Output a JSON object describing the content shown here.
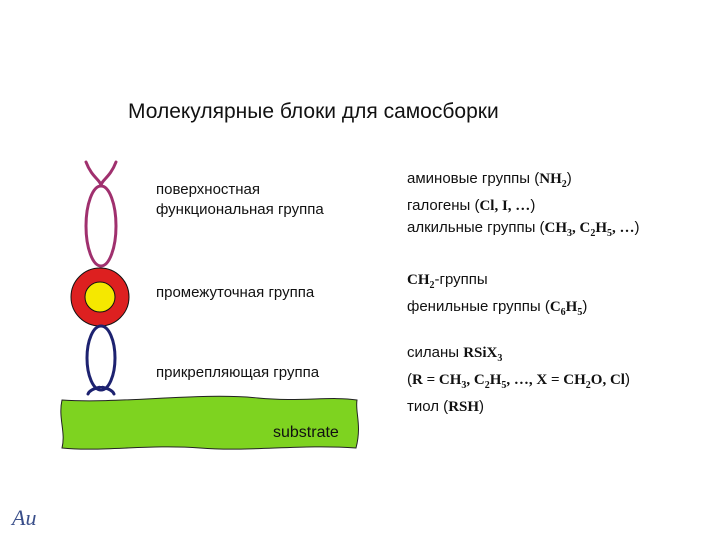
{
  "title": "Молекулярные блоки для самосборки",
  "rows": [
    {
      "label_lines": [
        "поверхностная",
        "функциональная группа"
      ],
      "desc_lines": [
        {
          "parts": [
            {
              "t": "аминовые группы ("
            },
            {
              "t": "NH",
              "c": 1
            },
            {
              "t": "2",
              "s": 1,
              "c": 1
            },
            {
              "t": ")"
            }
          ]
        },
        {
          "parts": [
            {
              "t": "галогены ("
            },
            {
              "t": "Cl, I, …",
              "c": 1
            },
            {
              "t": ")"
            }
          ]
        },
        {
          "parts": [
            {
              "t": "алкильные группы ("
            },
            {
              "t": "CH",
              "c": 1
            },
            {
              "t": "3",
              "s": 1,
              "c": 1
            },
            {
              "t": ", C",
              "c": 1
            },
            {
              "t": "2",
              "s": 1,
              "c": 1
            },
            {
              "t": "H",
              "c": 1
            },
            {
              "t": "5",
              "s": 1,
              "c": 1
            },
            {
              "t": ", …",
              "c": 1
            },
            {
              "t": ")"
            }
          ]
        }
      ]
    },
    {
      "label_lines": [
        "промежуточная группа"
      ],
      "desc_lines": [
        {
          "parts": [
            {
              "t": "CH",
              "c": 1
            },
            {
              "t": "2",
              "s": 1,
              "c": 1
            },
            {
              "t": "-группы"
            }
          ]
        },
        {
          "parts": [
            {
              "t": "фенильные группы ("
            },
            {
              "t": "C",
              "c": 1
            },
            {
              "t": "6",
              "s": 1,
              "c": 1
            },
            {
              "t": "H",
              "c": 1
            },
            {
              "t": "5",
              "s": 1,
              "c": 1
            },
            {
              "t": ")"
            }
          ]
        }
      ]
    },
    {
      "label_lines": [
        "прикрепляющая группа"
      ],
      "desc_lines": [
        {
          "parts": [
            {
              "t": "силаны "
            },
            {
              "t": "RSiX",
              "c": 1
            },
            {
              "t": "3",
              "s": 1,
              "c": 1
            }
          ]
        },
        {
          "parts": [
            {
              "t": "("
            },
            {
              "t": "R = CH",
              "c": 1
            },
            {
              "t": "3",
              "s": 1,
              "c": 1
            },
            {
              "t": ", C",
              "c": 1
            },
            {
              "t": "2",
              "s": 1,
              "c": 1
            },
            {
              "t": "H",
              "c": 1
            },
            {
              "t": "5",
              "s": 1,
              "c": 1
            },
            {
              "t": ", …, X = CH",
              "c": 1
            },
            {
              "t": "2",
              "s": 1,
              "c": 1
            },
            {
              "t": "O, Cl",
              "c": 1
            },
            {
              "t": ")"
            }
          ]
        },
        {
          "parts": [
            {
              "t": "тиол ("
            },
            {
              "t": "RSH",
              "c": 1
            },
            {
              "t": ")"
            }
          ]
        }
      ]
    }
  ],
  "substrate_label": "substrate",
  "colors": {
    "functional_group": "#a0306e",
    "intermediate_ring": "#dd2020",
    "intermediate_core": "#f5e800",
    "anchor_group": "#1d2270",
    "substrate": "#7ed320"
  },
  "logo_text": "Au"
}
